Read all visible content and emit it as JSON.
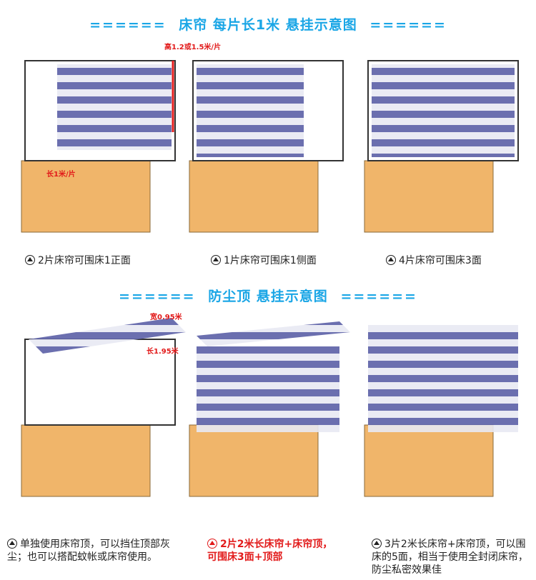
{
  "section1": {
    "dashes_left": "======",
    "title": "床帘  每片长1米  悬挂示意图",
    "dashes_right": "======"
  },
  "section2": {
    "dashes_left": "======",
    "title": "防尘顶  悬挂示意图",
    "dashes_right": "======"
  },
  "diagrams": [
    {
      "caption": "2片床帘可围床1正面",
      "labels": {
        "height": "高1.2或1.5米/片",
        "length": "长1米/片"
      }
    },
    {
      "caption": "1片床帘可围床1侧面"
    },
    {
      "caption": "4片床帘可围床3面"
    },
    {
      "caption": "单独使用床帘顶，可以挡住顶部灰尘；也可以搭配蚊帐或床帘使用。",
      "labels": {
        "width": "宽0.95米",
        "length": "长1.95米"
      }
    },
    {
      "caption_line1": "2片2米长床帘+床帘顶，",
      "caption_line2": "可围床3面+顶部"
    },
    {
      "caption": "3片2米长床帘+床帘顶，可以围床的5面，相当于使用全封闭床帘，防尘私密效果佳"
    }
  ],
  "colors": {
    "title": "#1aa6e6",
    "curtain_stripe": "#5b5fa6",
    "curtain_light": "#e8e9f3",
    "wood": "#f0b56a",
    "accent_red": "#e21b1b"
  }
}
